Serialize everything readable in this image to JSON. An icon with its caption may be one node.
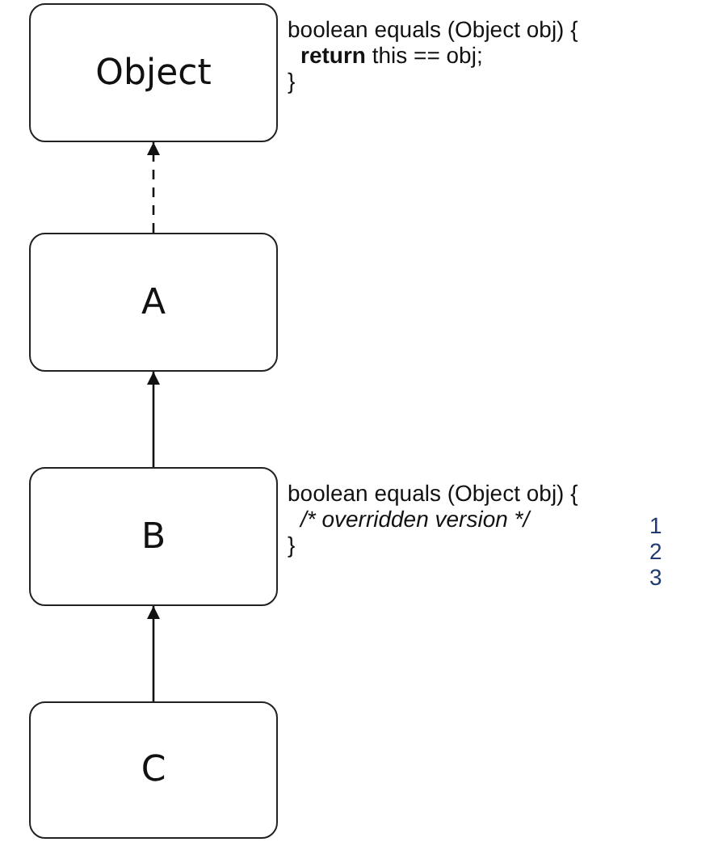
{
  "diagram": {
    "nodes": [
      {
        "text": [
          "Object"
        ],
        "beside": [
          "boolean equals (Object obj) {",
          "**return** this == obj;",
          "}"
        ]
      },
      {
        "text": [
          "A"
        ]
      },
      {
        "text": [
          "B"
        ],
        "beside": [
          "boolean equals (Object obj) {",
          "/* overridden version */",
          "}"
        ]
      },
      {
        "text": [
          "C"
        ]
      }
    ],
    "edges": [
      {
        "from": 1,
        "to": 0,
        "arrow": "to",
        "style": "dashed"
      },
      {
        "from": 2,
        "to": 1,
        "arrow": "to"
      },
      {
        "from": 3,
        "to": 2,
        "arrow": "to"
      }
    ],
    "labels": [
      "1",
      "2",
      "3"
    ]
  }
}
